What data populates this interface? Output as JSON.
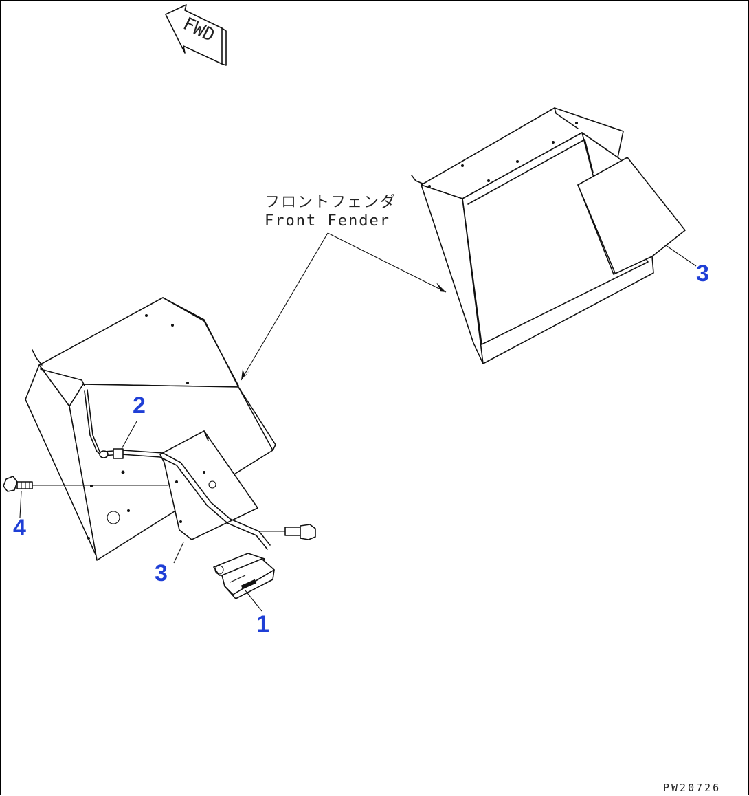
{
  "direction_arrow": {
    "label": "FWD"
  },
  "annotation": {
    "label_jp": "フロントフェンダ",
    "label_en": "Front Fender"
  },
  "callouts": {
    "item_1": "1",
    "item_2": "2",
    "item_3_left": "3",
    "item_3_right": "3",
    "item_4": "4"
  },
  "drawing_code": "PW20726"
}
